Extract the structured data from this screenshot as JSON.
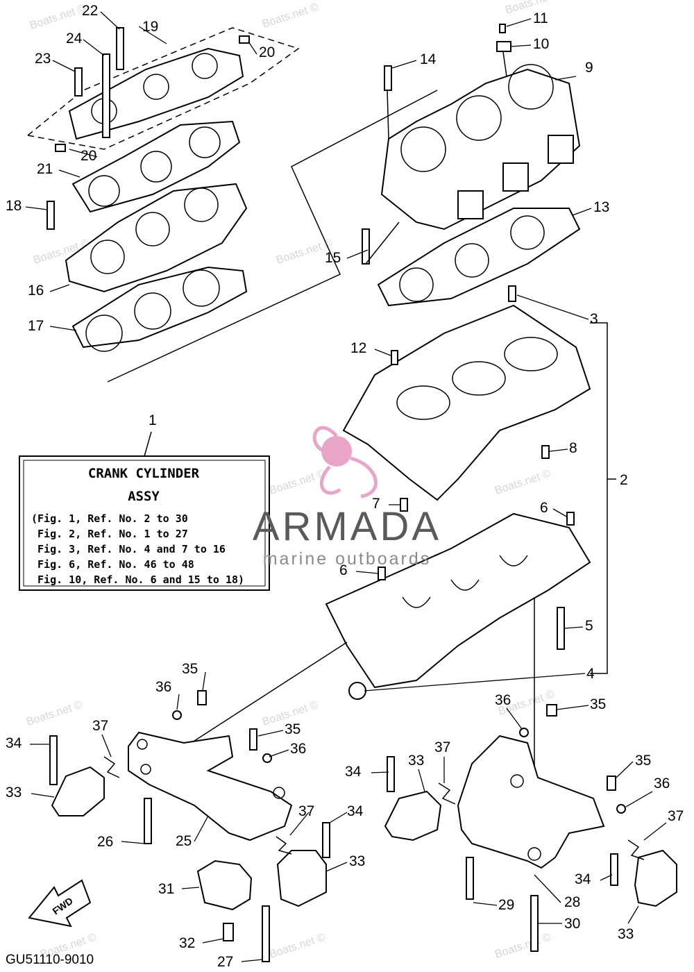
{
  "diagram_code": "GU51110-9010",
  "fwd_label": "FWD",
  "watermark_text": "Boats.net ©",
  "brand": {
    "name": "ARMADA",
    "tagline": "marine outboards",
    "accent_color": "#e8a5c8",
    "text_color": "#5a5a5a"
  },
  "assy_box": {
    "title_line1": "CRANK CYLINDER",
    "title_line2": "ASSY",
    "lines": [
      "(Fig. 1, Ref. No. 2 to 30",
      " Fig. 2, Ref. No. 1 to 27",
      " Fig. 3, Ref. No. 4 and 7 to 16",
      " Fig. 6, Ref. No. 46 to 48",
      " Fig. 10, Ref. No. 6 and 15 to 18)"
    ]
  },
  "callouts": {
    "c1": "1",
    "c2": "2",
    "c3": "3",
    "c4": "4",
    "c5": "5",
    "c6a": "6",
    "c6b": "6",
    "c7": "7",
    "c8": "8",
    "c9": "9",
    "c10": "10",
    "c11": "11",
    "c12": "12",
    "c13": "13",
    "c14": "14",
    "c15": "15",
    "c16": "16",
    "c17": "17",
    "c18": "18",
    "c19": "19",
    "c20a": "20",
    "c20b": "20",
    "c21": "21",
    "c22": "22",
    "c23": "23",
    "c24": "24",
    "c25": "25",
    "c26": "26",
    "c27": "27",
    "c28": "28",
    "c29": "29",
    "c30": "30",
    "c31": "31",
    "c32": "32",
    "c33a": "33",
    "c33b": "33",
    "c33c": "33",
    "c33d": "33",
    "c34a": "34",
    "c34b": "34",
    "c34c": "34",
    "c34d": "34",
    "c35a": "35",
    "c35b": "35",
    "c35c": "35",
    "c35d": "35",
    "c36a": "36",
    "c36b": "36",
    "c36c": "36",
    "c36d": "36",
    "c37a": "37",
    "c37b": "37",
    "c37c": "37",
    "c37d": "37"
  }
}
